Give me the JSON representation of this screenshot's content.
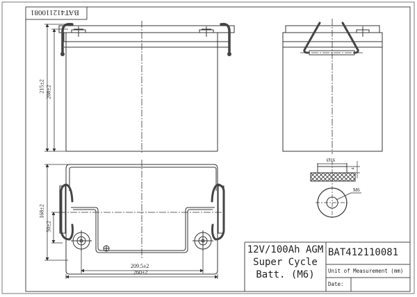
{
  "drawing": {
    "part_number": "BAT412110081",
    "part_number_mirrored": "BAT412110081",
    "title_lines": [
      "12V/100Ah AGM",
      "Super Cycle",
      "Batt. (M6)"
    ],
    "unit_label": "Unit of Measurement (mm)",
    "date_label": "Date:",
    "date_value": ""
  },
  "dimensions": {
    "total_height": "215±2",
    "container_height": "208±2",
    "width_depth": "168±2",
    "handle_offset": "50±2",
    "terminal_spacing": "209.5±2",
    "overall_length": "260±2",
    "terminal_diameter": "Ø16",
    "terminal_height": "4",
    "thread": "M6"
  },
  "views": {
    "front": "front-view",
    "side": "side-view",
    "top": "top-view",
    "terminal_section": "terminal-section-detail",
    "terminal_top": "terminal-top-detail"
  },
  "colors": {
    "line": "#333333",
    "handle": "#444444",
    "border": "#555555",
    "background": "#ffffff"
  }
}
